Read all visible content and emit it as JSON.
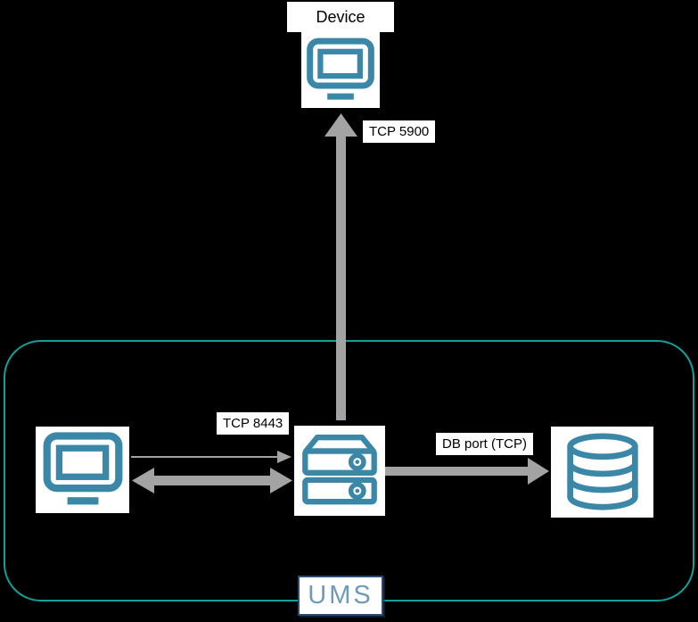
{
  "diagram": {
    "title": "UMS network ports diagram",
    "device": {
      "label": "Device"
    },
    "ums_group": {
      "label": "UMS"
    },
    "nodes": {
      "device_icon": "monitor-icon",
      "console_icon": "monitor-icon",
      "server_icon": "server-icon",
      "database_icon": "database-icon"
    },
    "connections": {
      "device_port": {
        "label": "TCP 5900",
        "direction": "server-to-device"
      },
      "console_port": {
        "label": "TCP 8443",
        "direction": "bidirectional"
      },
      "db_port": {
        "label": "DB port (TCP)",
        "direction": "server-to-database"
      }
    },
    "colors": {
      "background": "#000000",
      "icon_teal": "#3B87A8",
      "boundary_teal": "#12A09A",
      "arrow_gray": "#A3A3A3",
      "label_bg": "#FFFFFF",
      "label_text": "#000000",
      "ums_border": "#2E4B6E",
      "ums_text": "#6E9BBA"
    }
  }
}
